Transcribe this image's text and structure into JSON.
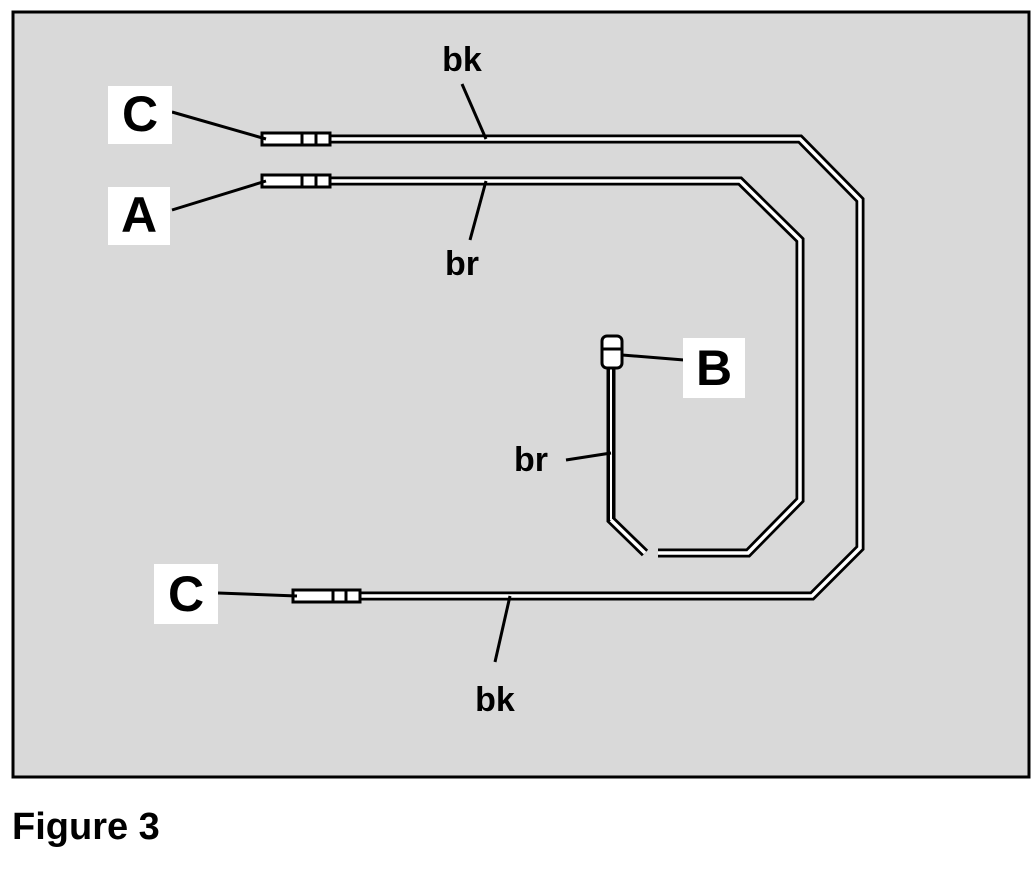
{
  "figure": {
    "caption": "Figure 3",
    "labels": {
      "connector_top": "C",
      "connector_a": "A",
      "connector_b": "B",
      "connector_bottom": "C"
    },
    "wire_colors": {
      "top_wire": "bk",
      "middle_wire": "br",
      "short_wire": "br",
      "bottom_wire": "bk"
    }
  },
  "colors": {
    "panel_background": "#d9d9d9",
    "line": "#000000",
    "label_background": "#ffffff"
  }
}
